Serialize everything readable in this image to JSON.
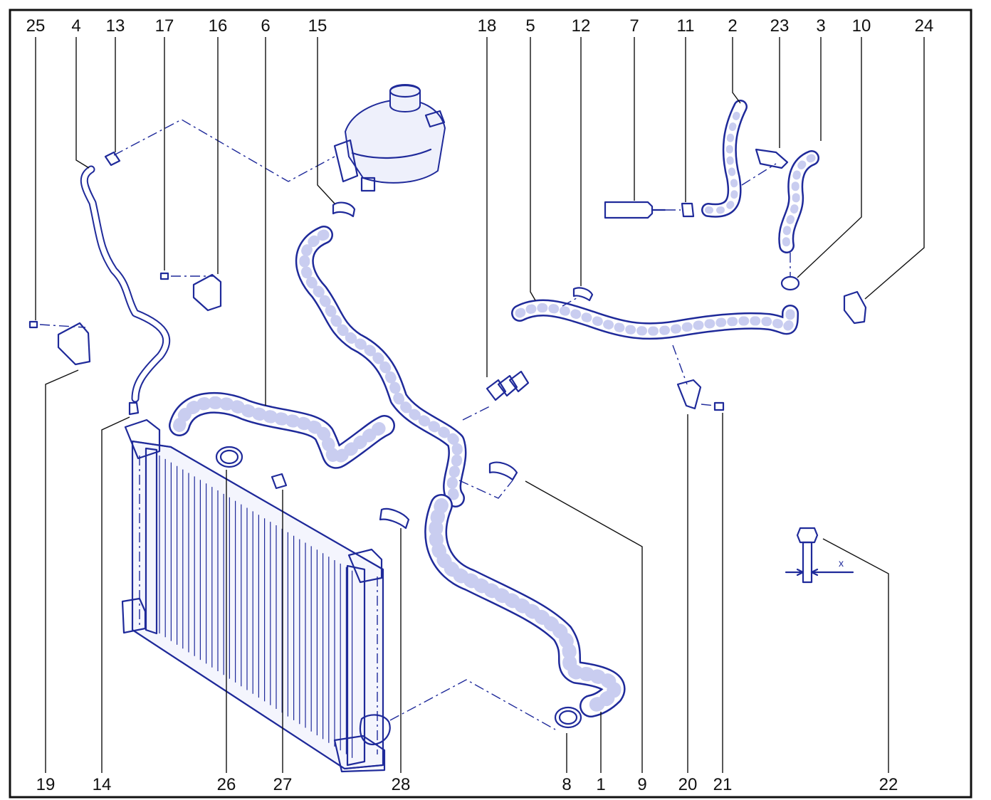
{
  "callouts_top": [
    "25",
    "4",
    "13",
    "17",
    "16",
    "6",
    "15",
    "18",
    "5",
    "12",
    "7",
    "11",
    "2",
    "23",
    "3",
    "10",
    "24"
  ],
  "callouts_bottom": [
    "19",
    "14",
    "26",
    "27",
    "28",
    "8",
    "1",
    "9",
    "20",
    "21",
    "22"
  ],
  "dimension_label": "x",
  "colors": {
    "line_art": "#1f2a9a",
    "leader": "#111111",
    "frame": "#111111"
  }
}
